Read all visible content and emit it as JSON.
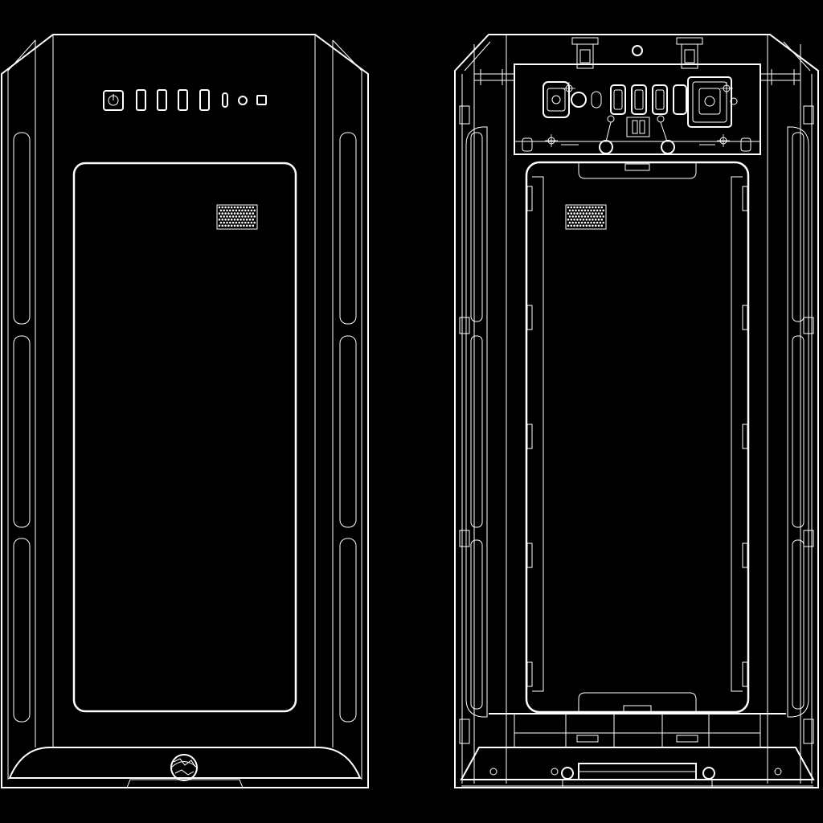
{
  "drawing": {
    "background": "#000000",
    "stroke_color": "#ffffff",
    "views": [
      {
        "id": "front-view",
        "front_io": {
          "icons": [
            "power-button-icon",
            "usb-port-icon",
            "usb-port-icon",
            "usb-port-icon",
            "usb-port-icon",
            "audio-jack-icon",
            "led-indicator-icon",
            "reset-button-icon"
          ]
        },
        "features": [
          "side-vent-slots",
          "front-window-panel",
          "mesh-grille",
          "bottom-logo-emblem"
        ]
      },
      {
        "id": "rear-view",
        "features": [
          "top-bracket-io-area",
          "screw-holes",
          "inner-frame-panel",
          "mesh-grille",
          "bottom-feet-bracket",
          "side-clips"
        ]
      }
    ]
  }
}
